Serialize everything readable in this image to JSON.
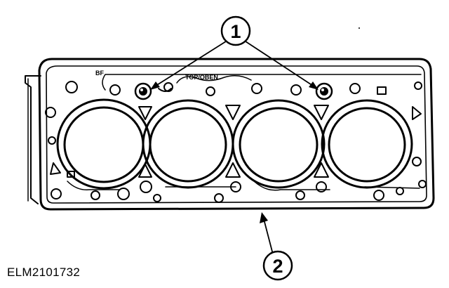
{
  "stamps": {
    "bf": "BF",
    "top_oben": "TOP/OBEN"
  },
  "callouts": [
    {
      "id": "dowel-callout",
      "label": "1"
    },
    {
      "id": "gasket-callout",
      "label": "2"
    }
  ],
  "reference_code": "ELM2101732"
}
